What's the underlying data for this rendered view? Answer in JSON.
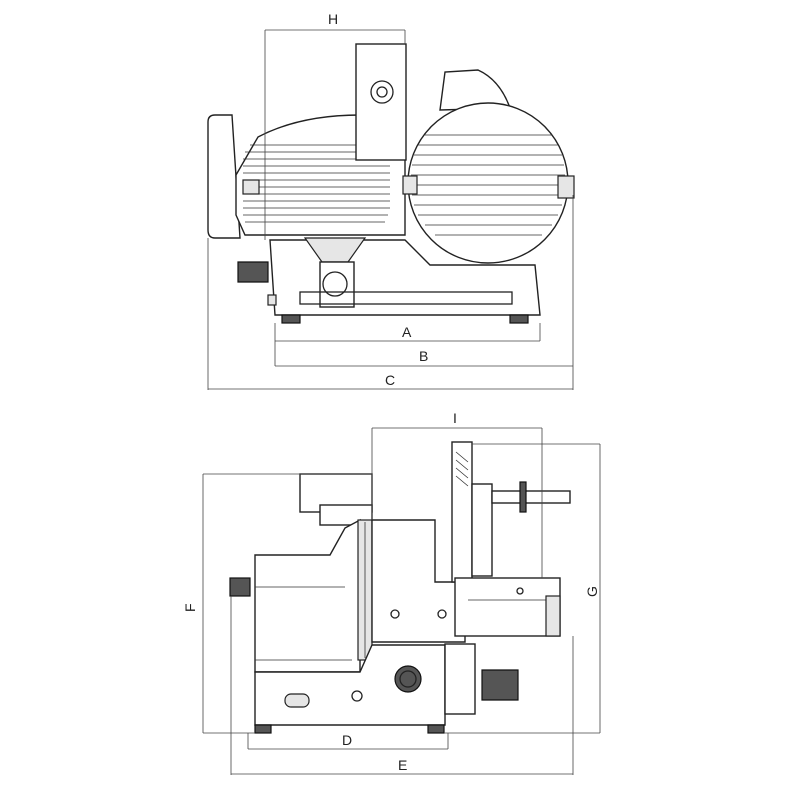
{
  "labels": {
    "A": "A",
    "B": "B",
    "C": "C",
    "D": "D",
    "E": "E",
    "F": "F",
    "G": "G",
    "H": "H",
    "I": "I"
  }
}
